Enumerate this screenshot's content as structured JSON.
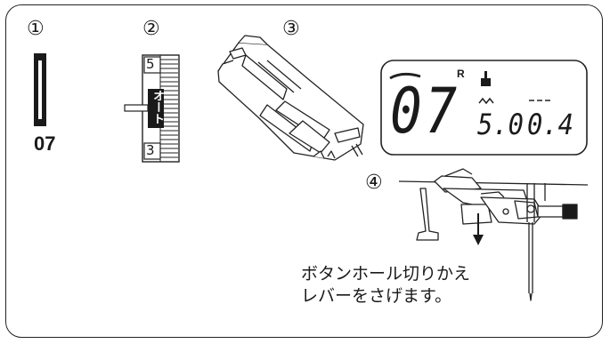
{
  "steps": {
    "s1": "①",
    "s2": "②",
    "s3": "③",
    "s4": "④"
  },
  "stitch_symbol_code": "07",
  "dial": {
    "top_mark": "5",
    "bottom_mark": "3",
    "auto_label": "オート"
  },
  "lcd": {
    "pattern_number": "07",
    "r_mark": "R",
    "width_value": "5.0",
    "length_value": "0.4"
  },
  "instruction": {
    "line1": "ボタンホール切りかえ",
    "line2": "レバーをさげます。"
  }
}
